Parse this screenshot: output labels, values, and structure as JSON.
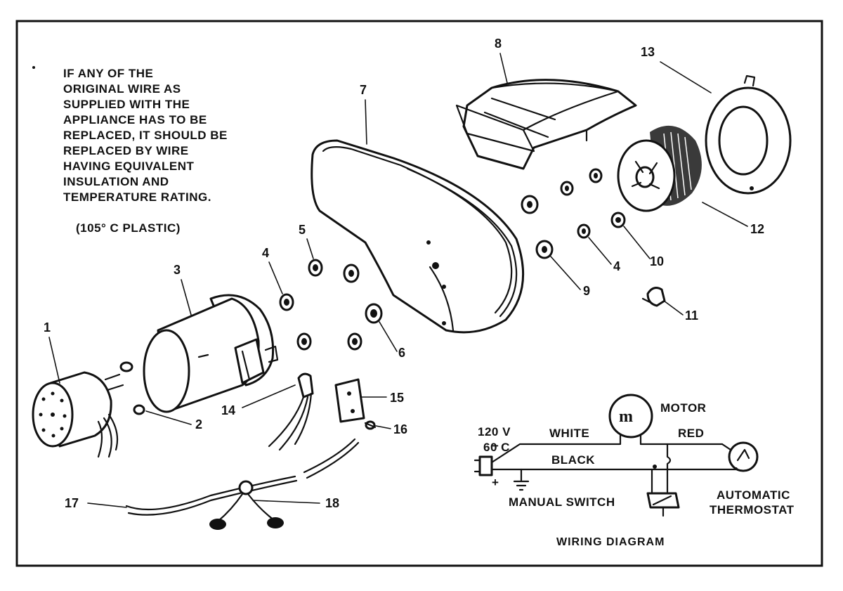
{
  "note": {
    "lines": [
      "IF ANY OF THE",
      "ORIGINAL WIRE AS",
      "SUPPLIED WITH THE",
      "APPLIANCE HAS TO BE",
      "REPLACED, IT SHOULD BE",
      "REPLACED BY WIRE",
      "HAVING EQUIVALENT",
      "INSULATION AND",
      "TEMPERATURE RATING."
    ],
    "spec": "(105° C PLASTIC)"
  },
  "callouts": [
    "1",
    "2",
    "3",
    "4",
    "5",
    "6",
    "7",
    "8",
    "9",
    "4",
    "10",
    "11",
    "12",
    "13",
    "14",
    "15",
    "16",
    "17",
    "18"
  ],
  "wiring": {
    "title": "WIRING DIAGRAM",
    "voltage": "120 V",
    "frequency": "60 C",
    "minus": "−",
    "plus": "+",
    "motor_label": "MOTOR",
    "motor_symbol": "m",
    "white": "WHITE",
    "red": "RED",
    "black": "BLACK",
    "manual_switch": "MANUAL SWITCH",
    "thermostat_line1": "AUTOMATIC",
    "thermostat_line2": "THERMOSTAT"
  }
}
